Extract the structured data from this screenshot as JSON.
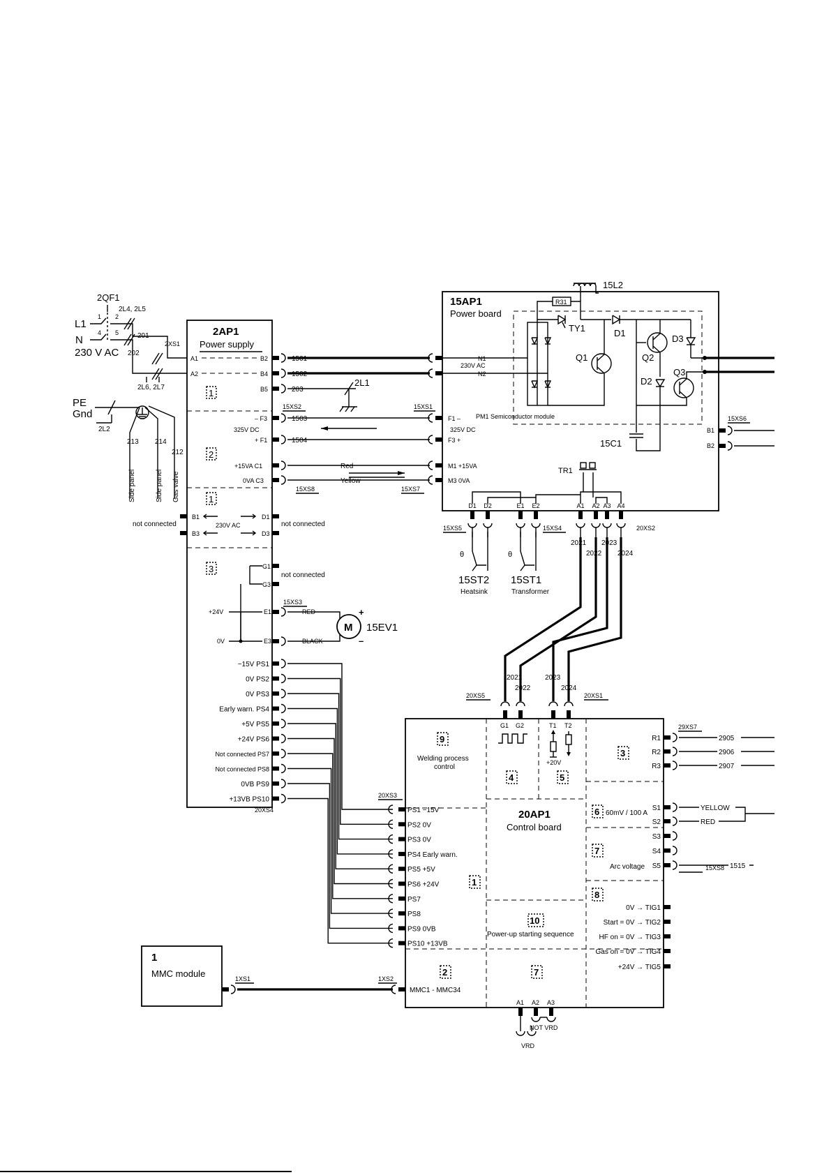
{
  "mains": {
    "breaker": "2QF1",
    "breaker_refs": "2L4, 2L5",
    "pin1": "1",
    "pin2": "2",
    "pin4": "4",
    "pin5": "5",
    "line": "L1",
    "neutral": "N",
    "voltage": "230 V AC",
    "wire_201": "201",
    "wire_202": "202",
    "lower_refs": "2L6, 2L7",
    "pe": "PE",
    "gnd": "Gnd",
    "pe_ref": "2L2",
    "wires": [
      "213",
      "214",
      "212"
    ],
    "targets": [
      "Side panel",
      "Side panel",
      "Gas valve"
    ]
  },
  "ap2": {
    "id": "2AP1",
    "title": "Power supply",
    "conn_in": "2XS1",
    "a1": "A1",
    "a2": "A2",
    "b2": "B2",
    "b4": "B4",
    "b5": "B5",
    "sec1": "1",
    "sec2": "2",
    "sec1b": "1",
    "sec3": "3",
    "f3": "– F3",
    "f1": "+ F1",
    "dc": "325V DC",
    "c1": "+15VA  C1",
    "c3": "0VA  C3",
    "b1": "B1",
    "b3": "B3",
    "d1": "D1",
    "d3": "D3",
    "ac": "230V AC",
    "nc": "not connected",
    "g1": "G1",
    "g3": "G3",
    "p24": "+24V",
    "e1": "E1",
    "p0": "0V",
    "e3": "E3",
    "ps_labels": [
      "−15V  PS1",
      "0V  PS2",
      "0V  PS3",
      "Early warn.  PS4",
      "+5V  PS5",
      "+24V  PS6",
      "Not connected  PS7",
      "Not connected  PS8",
      "0VB  PS9",
      "+13VB PS10"
    ],
    "conn_out": "20XS4"
  },
  "wiring": {
    "w1501": "1501",
    "w1502": "1502",
    "w203": "203",
    "l2l1": "2L1",
    "w1503": "1503",
    "w1504": "1504",
    "xs2": "15XS2",
    "xs1": "15XS1",
    "red": "Red",
    "yellow": "Yellow",
    "xs8": "15XS8",
    "xs7": "15XS7",
    "xs3": "15XS3",
    "red_up": "RED",
    "black_up": "BLACK",
    "plus": "+",
    "minus": "–",
    "motor": "M",
    "fan": "15EV1"
  },
  "ap15": {
    "id": "15AP1",
    "title": "Power board",
    "inductor": "15L2",
    "resistor": "R31",
    "thyristor": "TY1",
    "d1": "D1",
    "q1": "Q1",
    "q2": "Q2",
    "d3": "D3",
    "d2": "D2",
    "q3": "Q3",
    "n1": "N1",
    "n2": "N2",
    "ac": "230V AC",
    "module": "PM1  Semiconductor module",
    "f1": "F1  –",
    "dc": "325V DC",
    "f3": "F3  +",
    "m1": "M1  +15VA",
    "m3": "M3  0VA",
    "cap": "15C1",
    "b1": "B1",
    "b2": "B2",
    "xs6": "15XS6",
    "tr": "TR1",
    "bottom_pins": [
      "D1",
      "D2",
      "E1",
      "E2",
      "A1",
      "A2",
      "A3",
      "A4"
    ],
    "xs5": "15XS5",
    "xs4": "15XS4",
    "xs2": "20XS2",
    "a_wires": [
      "2021",
      "2022",
      "2023",
      "2024"
    ],
    "st2": "15ST2",
    "st2_label": "Heatsink",
    "st1": "15ST1",
    "st1_label": "Transformer",
    "theta": "θ"
  },
  "ap20": {
    "id": "20AP1",
    "title": "Control board",
    "xs5": "20XS5",
    "xs1": "20XS1",
    "w2021": "2021",
    "w2022": "2022",
    "w2023": "2023",
    "w2024": "2024",
    "g1": "G1",
    "g2": "G2",
    "t1": "T1",
    "t2": "T2",
    "p20": "+20V",
    "s9": "9",
    "s9_label1": "Welding process",
    "s9_label2": "control",
    "s4": "4",
    "s5": "5",
    "s3": "3",
    "s6": "6",
    "s7": "7",
    "s8": "8",
    "s1": "1",
    "s10": "10",
    "s2": "2",
    "s7b": "7",
    "xs7": "29XS7",
    "r_pins": [
      "R1",
      "R2",
      "R3"
    ],
    "r_wires": [
      "2905",
      "2906",
      "2907"
    ],
    "shunt": "60mV / 100 A",
    "s_pins": [
      "S1",
      "S2",
      "S3",
      "S4",
      "S5"
    ],
    "yellow": "YELLOW",
    "red": "RED",
    "arc": "Arc voltage",
    "w1515": "1515",
    "xs8": "15XS8",
    "xs3": "20XS3",
    "ps_labels": [
      "PS1  −15V",
      "PS2  0V",
      "PS3  0V",
      "PS4  Early warn.",
      "PS5  +5V",
      "PS6  +24V",
      "PS7",
      "PS8",
      "PS9  0VB",
      "PS10  +13VB"
    ],
    "power_up": "Power-up starting sequence",
    "tig_labels": [
      "0V → TIG1",
      "Start = 0V → TIG2",
      "HF on = 0V → TIG3",
      "Gas on = 0V → TIG4",
      "+24V → TIG5"
    ],
    "mmc": "MMC1 - MMC34",
    "xs2": "1XS2",
    "a1": "A1",
    "a2": "A2",
    "a3": "A3",
    "not_vrd": "NOT VRD",
    "vrd": "VRD"
  },
  "mmc": {
    "num": "1",
    "title": "MMC module",
    "conn": "1XS1"
  }
}
